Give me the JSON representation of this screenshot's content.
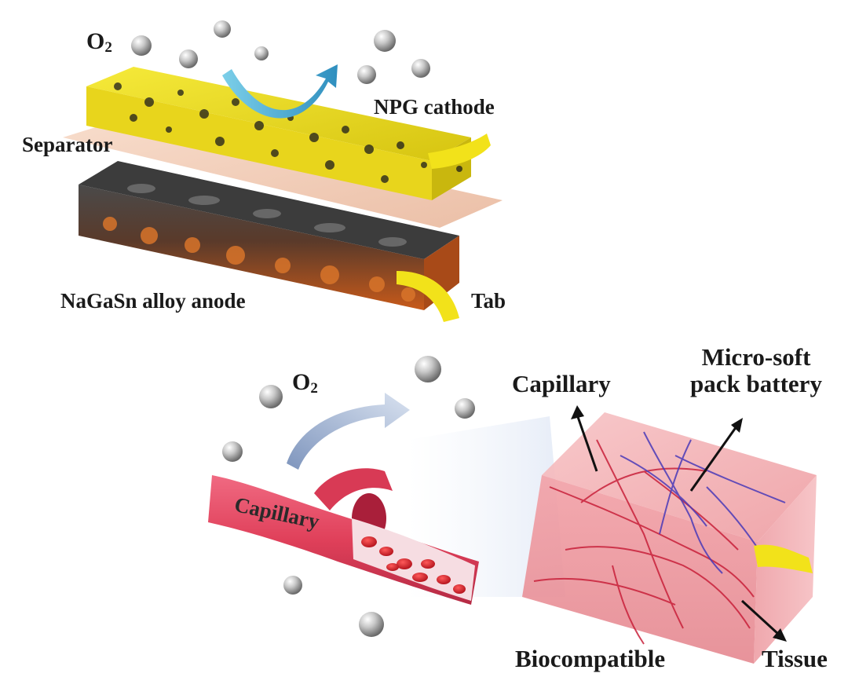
{
  "top_panel": {
    "o2": {
      "base": "O",
      "sub": "2"
    },
    "cathode_label": "NPG cathode",
    "separator_label": "Separator",
    "anode_label": "NaGaSn alloy anode",
    "tab_label": "Tab"
  },
  "bottom_panel": {
    "o2": {
      "base": "O",
      "sub": "2"
    },
    "capillary_tube_label": "Capillary",
    "capillary_label": "Capillary",
    "battery_label_line1": "Micro-soft",
    "battery_label_line2": "pack battery",
    "biocompatible_label": "Biocompatible",
    "tissue_label": "Tissue"
  },
  "colors": {
    "cathode_yellow": "#f2e21a",
    "anode_orange": "#c85a1a",
    "anode_dark": "#3a3a3a",
    "separator": "#f0c9b0",
    "tab_yellow": "#f2e21a",
    "arrow_blue": "#4fb7e0",
    "capillary_red": "#e0405a",
    "tissue_pink": "#f4a7ac",
    "vessel_blue": "#4a3ab8"
  }
}
